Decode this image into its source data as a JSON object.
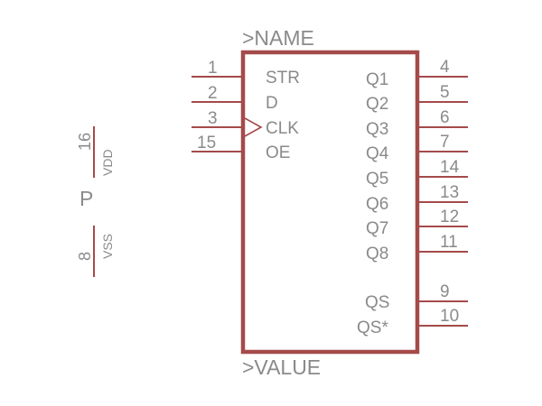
{
  "symbol": {
    "name_attr": ">NAME",
    "value_attr": ">VALUE"
  },
  "left_pins": [
    {
      "number": "1",
      "name": "STR"
    },
    {
      "number": "2",
      "name": "D"
    },
    {
      "number": "3",
      "name": "CLK",
      "clock": true
    },
    {
      "number": "15",
      "name": "OE"
    }
  ],
  "right_pins": [
    {
      "number": "4",
      "name": "Q1"
    },
    {
      "number": "5",
      "name": "Q2"
    },
    {
      "number": "6",
      "name": "Q3"
    },
    {
      "number": "7",
      "name": "Q4"
    },
    {
      "number": "14",
      "name": "Q5"
    },
    {
      "number": "13",
      "name": "Q6"
    },
    {
      "number": "12",
      "name": "Q7"
    },
    {
      "number": "11",
      "name": "Q8"
    },
    {
      "number": "9",
      "name": "QS"
    },
    {
      "number": "10",
      "name": "QS*"
    }
  ],
  "power": {
    "gate_label": "P",
    "vdd": {
      "name": "VDD",
      "number": "16"
    },
    "vss": {
      "name": "VSS",
      "number": "8"
    }
  },
  "colors": {
    "outline": "#a54a4a",
    "text": "#8a8a8a"
  }
}
